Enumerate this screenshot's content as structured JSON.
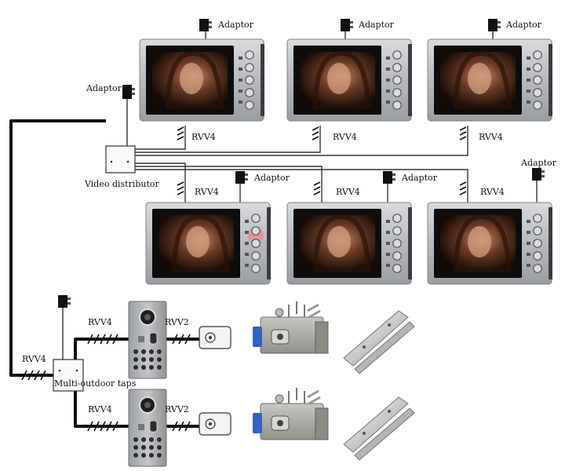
{
  "labels": {
    "adaptor": "Adaptor",
    "rvv4": "RVV4",
    "rvv2": "RVV2",
    "video_distributor": "Video distributor",
    "multi_outdoor_taps": "Multi-outdoor taps"
  },
  "colors": {
    "monitor_frame": "#b9bcc0",
    "screen": "#0d0d0d",
    "wire": "#111111",
    "panel": "#8d9094",
    "lock_body": "#a7aaa2",
    "lock_accent": "#2f63c9",
    "highlight": "#e9858f"
  }
}
